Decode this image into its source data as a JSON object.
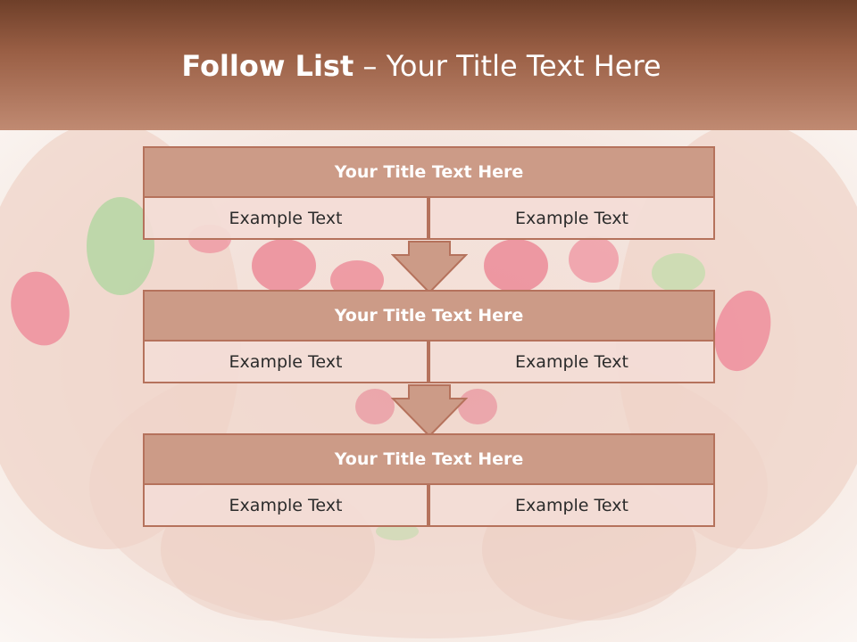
{
  "slide": {
    "title_bold": "Follow List",
    "title_rest": " – Your Title Text Here"
  },
  "steps": [
    {
      "title": "Your Title Text Here",
      "left": "Example Text",
      "right": "Example Text"
    },
    {
      "title": "Your Title Text Here",
      "left": "Example Text",
      "right": "Example Text"
    },
    {
      "title": "Your Title Text Here",
      "left": "Example Text",
      "right": "Example Text"
    }
  ],
  "colors": {
    "header_dark": "#6e3f29",
    "header_light": "#c08a72",
    "box_fill": "#cc9b87",
    "box_border": "#b5725c",
    "cell_fill": "#f3ddd6"
  },
  "background_image": "cupped-hands-with-red-manicured-nails"
}
